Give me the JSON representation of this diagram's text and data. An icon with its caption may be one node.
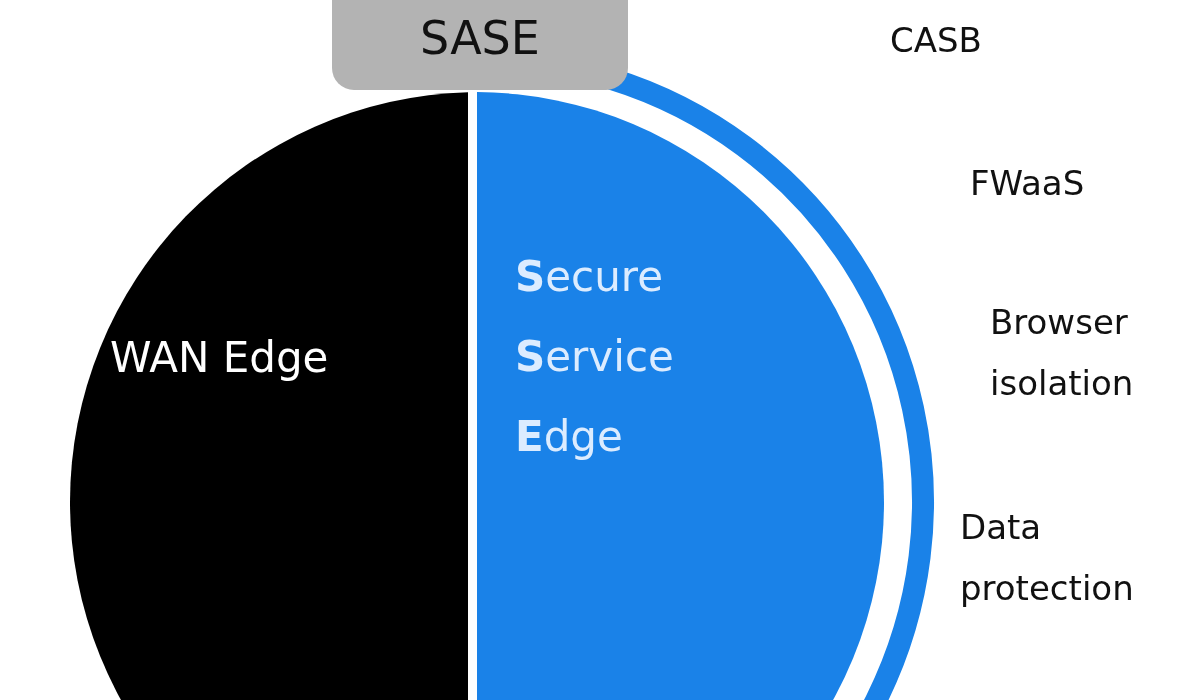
{
  "diagram": {
    "nodes": [
      {
        "text": [
          "SASE"
        ]
      },
      {
        "text": [
          "WAN Edge"
        ]
      },
      {
        "text": [
          "**S**ecure **S**ervice **E**dge"
        ]
      }
    ],
    "labels": [
      "CASB",
      "FWaaS",
      "Browser isolation",
      "Data protection"
    ]
  }
}
